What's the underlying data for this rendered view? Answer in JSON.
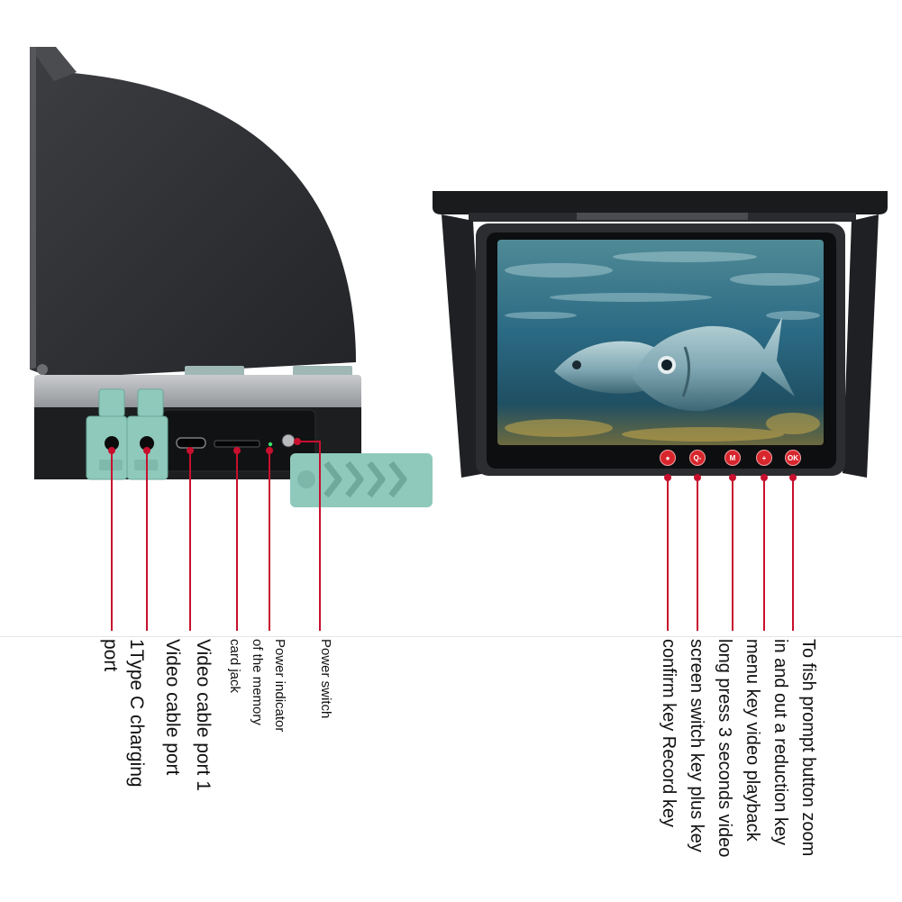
{
  "labels": {
    "port": "port",
    "type_c_charging": "1Type C charging",
    "video_cable_port": "Video cable port",
    "video_cable_port_1": "Video cable port 1",
    "card_jack": "card jack",
    "of_the_memory": "of the memory",
    "power_indicator": "Power indicator",
    "power_switch": "Power switch",
    "confirm_record": "confirm key Record key",
    "screen_switch_plus": "screen switch key plus key",
    "long_press": "long press 3 seconds video",
    "menu_key": "menu key video playback",
    "in_and_out": "in and out a reduction key",
    "to_fish": "To fish prompt button zoom"
  },
  "buttons": [
    {
      "name": "record-button",
      "glyph": "●"
    },
    {
      "name": "zoom-out-button",
      "glyph": "Q-"
    },
    {
      "name": "menu-button",
      "glyph": "M"
    },
    {
      "name": "plus-button",
      "glyph": "+"
    },
    {
      "name": "ok-button",
      "glyph": "OK"
    }
  ],
  "colors": {
    "pointer_red": "#c8102e",
    "device_black": "#1c1d1f",
    "port_cap_teal": "#8fc9bc",
    "screen_water": "#2f6e86"
  }
}
